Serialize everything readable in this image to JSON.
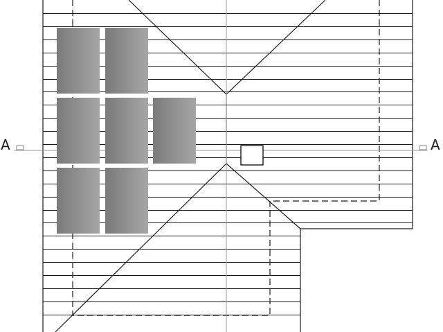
{
  "section_marker": {
    "left_label": "A",
    "right_label": "A"
  },
  "colors": {
    "line": "#1a1a1a",
    "axis": "#9a9a9a",
    "panel_light": "#a4a4a4",
    "panel_dark": "#777777",
    "background": "#ffffff"
  },
  "solar_panels": {
    "count": 7
  }
}
